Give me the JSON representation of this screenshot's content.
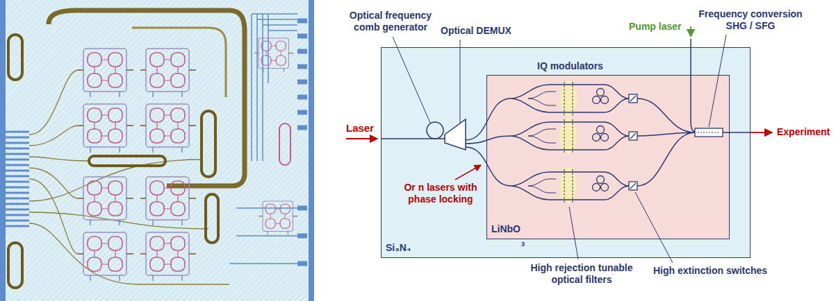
{
  "diagram": {
    "nodes": [
      {
        "text": [
          "Si₃N₄"
        ]
      },
      {
        "text": [
          "IQ modulators",
          "LiNbO"
        ],
        "in": 0
      }
    ],
    "labels": [
      "Laser",
      "Optical frequency comb generator",
      "Optical DEMUX",
      "Or n lasers with phase locking",
      "Pump laser",
      "Frequency conversion SHG / SFG",
      "3",
      "Experiment",
      "High rejection tunable optical filters",
      "High extinction switches"
    ]
  }
}
